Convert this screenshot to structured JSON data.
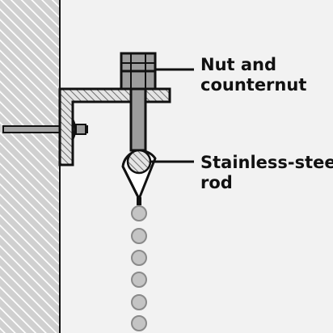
{
  "colors": {
    "background": "#f2f2f2",
    "wall": "#cfcfcf",
    "outline": "#111111",
    "metal": "#9c9c9c",
    "rod_section": "#d8d8d8",
    "chain_ball": "#c4c4c4"
  },
  "callouts": {
    "nut": {
      "line1": "Nut and",
      "line2": "counternut"
    },
    "rod": {
      "line1": "Stainless-steel",
      "line2": "rod"
    }
  }
}
